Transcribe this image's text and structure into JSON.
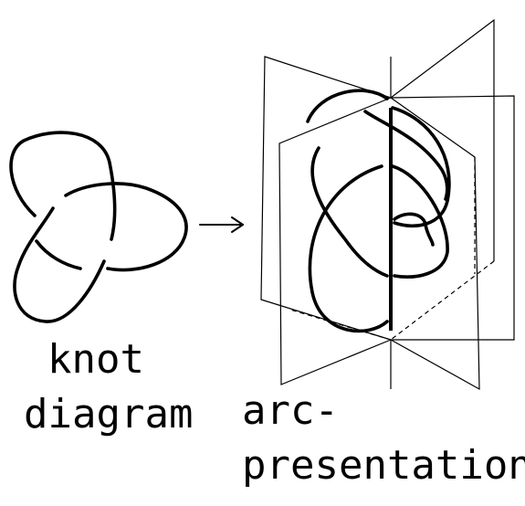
{
  "labels": {
    "knot": "knot",
    "diagram": "diagram",
    "arc": "arc-",
    "presentation": "presentation"
  },
  "colors": {
    "ink": "#000000",
    "background": "#ffffff"
  },
  "icons": {
    "arrow": "right-arrow-icon"
  }
}
